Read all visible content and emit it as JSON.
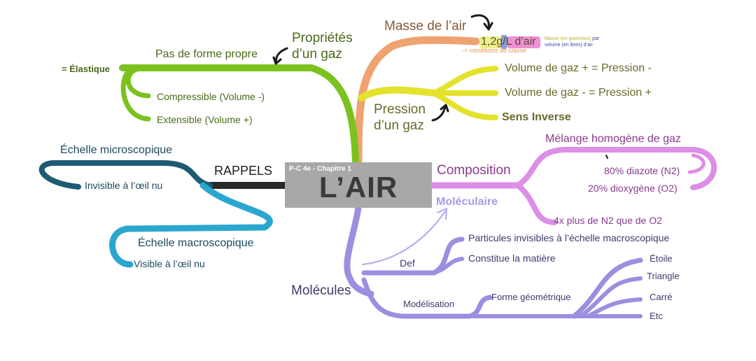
{
  "center": {
    "subtitle": "P-C 4e - Chapitre 1",
    "title": "L’AIR"
  },
  "proprietes": {
    "title_line1": "Propriétés",
    "title_line2": "d’un gaz",
    "forme": "Pas de forme propre",
    "elastique": "= Élastique",
    "compressible": "Compressible (Volume -)",
    "extensible": "Extensible (Volume +)"
  },
  "masse": {
    "title": "Masse de l’air",
    "value_a": "1,2g",
    "value_b": "/",
    "value_c": "L d’air",
    "note_a": "Masse (en grammes)",
    "note_b": " par",
    "note_c": "volume (en litres) d’air",
    "conditions": "-> conditions de classe"
  },
  "pression": {
    "title_line1": "Pression",
    "title_line2": "d’un gaz",
    "item1": "Volume de gaz + = Pression -",
    "item2": "Volume de gaz - = Pression +",
    "item3": "Sens Inverse"
  },
  "rappels": {
    "title": "RAPPELS",
    "micro": "Échelle microscopique",
    "micro_detail": "Invisible à l’œil nu",
    "macro": "Échelle macroscopique",
    "macro_detail": "Visible à l’œil nu"
  },
  "composition": {
    "title": "Composition",
    "moleculaire": "Moléculaire",
    "melange": "Mélange homogène de gaz",
    "diazote": "80% diazote (N2)",
    "dioxygene": "20% dioxygène (O2)",
    "ratio": "4x plus de N2 que de O2"
  },
  "molecules": {
    "title": "Molécules",
    "def": "Def",
    "def1": "Particules invisibles à l’échelle macroscopique",
    "def2": "Constitue la matière",
    "modelisation": "Modélisation",
    "forme": "Forme géométrique",
    "shapes": [
      "Étoile",
      "Triangle",
      "Carré",
      "Etc"
    ]
  },
  "colors": {
    "green": "#7cc21e",
    "orange": "#eea371",
    "yellow": "#e4e22c",
    "dark": "#2a2a2a",
    "darkblue": "#1d5b73",
    "lightblue": "#2aa7cf",
    "pink": "#dd8ee6",
    "purple": "#9b8fe0",
    "center": "#a8a8a8"
  }
}
